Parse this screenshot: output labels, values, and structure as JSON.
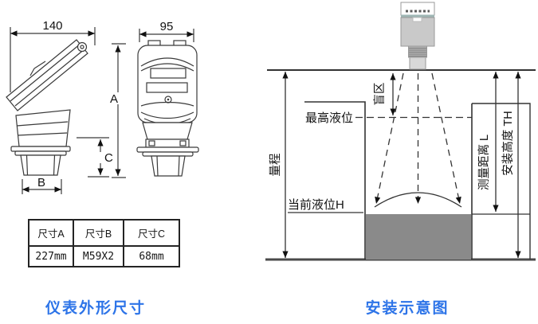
{
  "left_panel": {
    "caption": "仪表外形尺寸",
    "view_front": {
      "width_dim": "140",
      "probe_dim": "B",
      "height_dim": "C"
    },
    "view_side": {
      "width_dim": "95",
      "height_dim": "A"
    },
    "table": {
      "headers": [
        "尺寸A",
        "尺寸B",
        "尺寸C"
      ],
      "values": [
        "227mm",
        "M59X2",
        "68mm"
      ]
    }
  },
  "right_panel": {
    "caption": "安装示意图",
    "labels": {
      "blind_zone": "盲区",
      "max_level": "最高液位",
      "range": "量程",
      "current_level": "当前液位H",
      "measure_distance": "测量距离 L",
      "install_height": "安装高度 TH"
    }
  },
  "colors": {
    "caption_blue": "#2d74e8",
    "liquid_gray": "#8a8a8a",
    "sensor_body_gray": "#c9c9c9",
    "sensor_band_teal": "#9eb6b4",
    "line_dark": "#3a3a3a"
  }
}
